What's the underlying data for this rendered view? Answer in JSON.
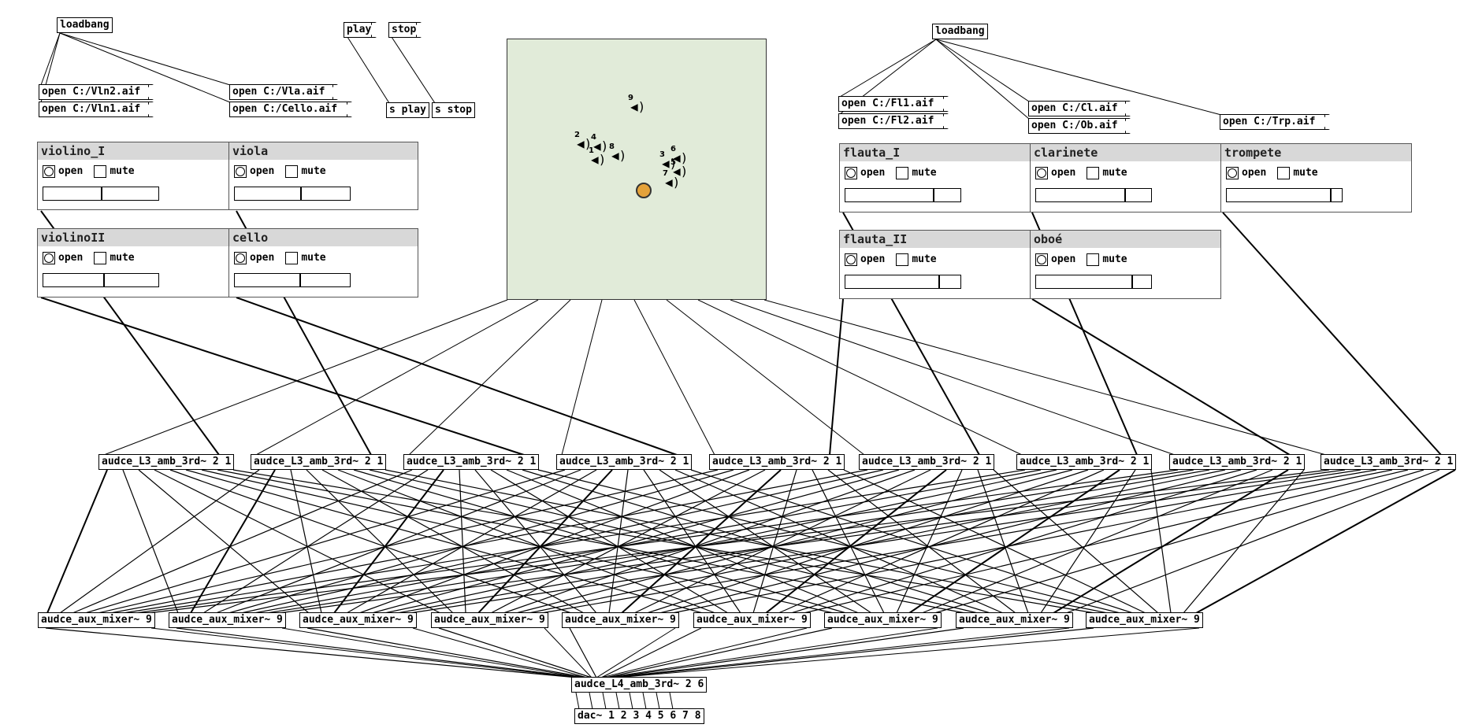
{
  "loadbang_left": "loadbang",
  "loadbang_right": "loadbang",
  "play_msg": "play",
  "stop_msg": "stop",
  "send_play": "s play",
  "send_stop": "s stop",
  "open_msgs": {
    "vln2": "open C:/Vln2.aif",
    "vln1": "open C:/Vln1.aif",
    "vla": "open C:/Vla.aif",
    "cello": "open C:/Cello.aif",
    "fl1": "open C:/Fl1.aif",
    "fl2": "open C:/Fl2.aif",
    "cl": "open C:/Cl.aif",
    "ob": "open C:/Ob.aif",
    "trp": "open C:/Trp.aif"
  },
  "control_labels": {
    "open": "open",
    "mute": "mute"
  },
  "panels": [
    {
      "title": "violino_I",
      "level": 0.5
    },
    {
      "title": "viola",
      "level": 0.57
    },
    {
      "title": "violinoII",
      "level": 0.52
    },
    {
      "title": "cello",
      "level": 0.56
    },
    {
      "title": "flauta_I",
      "level": 0.76
    },
    {
      "title": "clarinete",
      "level": 0.77
    },
    {
      "title": "trompete",
      "level": 0.9
    },
    {
      "title": "flauta_II",
      "level": 0.81
    },
    {
      "title": "oboé",
      "level": 0.83
    }
  ],
  "speakers": [
    "9",
    "2",
    "4",
    "1",
    "8",
    "6",
    "3",
    "5",
    "7"
  ],
  "encoder_label": "audce_L3_amb_3rd~ 2 1",
  "mixer_label": "audce_aux_mixer~ 9",
  "decoder_label": "audce_L4_amb_3rd~ 2 6",
  "dac_label": "dac~ 1 2 3 4 5 6 7 8",
  "colors": {
    "grid_bg": "#e1ebd9",
    "panel_header": "#d8d8d8",
    "listener": "#e4a23a"
  }
}
